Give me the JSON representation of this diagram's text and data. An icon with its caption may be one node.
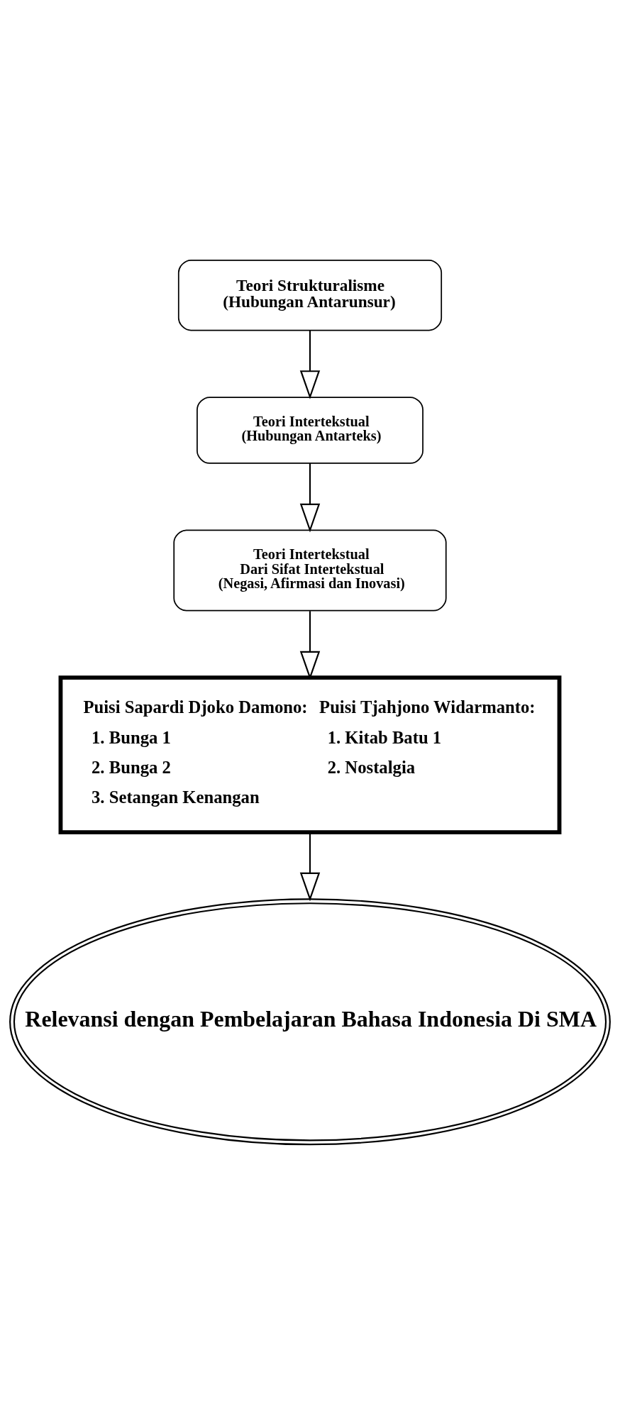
{
  "diagram": {
    "nodes": [
      {
        "text": [
          "Teori Strukturalisme",
          "(Hubungan Antarunsur)"
        ]
      },
      {
        "text": [
          "Teori Intertekstual",
          "(Hubungan Antarteks)"
        ]
      },
      {
        "text": [
          "Teori Intertekstual",
          "Dari Sifat Intertekstual",
          "(Negasi, Afirmasi dan Inovasi)"
        ]
      },
      {
        "text": [
          "Puisi Sapardi Djoko Damono:",
          "1. Bunga 1",
          "2. Bunga 2",
          "3. Setangan Kenangan",
          "Puisi Tjahjono Widarmanto:",
          "1. Kitab Batu 1",
          "2. Nostalgia"
        ]
      },
      {
        "text": [
          "Relevansi dengan Pembelajaran Bahasa Indonesia Di SMA"
        ]
      }
    ],
    "edges": [
      {
        "from": 0,
        "to": 1,
        "arrow": "to"
      },
      {
        "from": 1,
        "to": 2,
        "arrow": "to"
      },
      {
        "from": 2,
        "to": 3,
        "arrow": "to"
      },
      {
        "from": 3,
        "to": 4,
        "arrow": "to"
      }
    ]
  }
}
